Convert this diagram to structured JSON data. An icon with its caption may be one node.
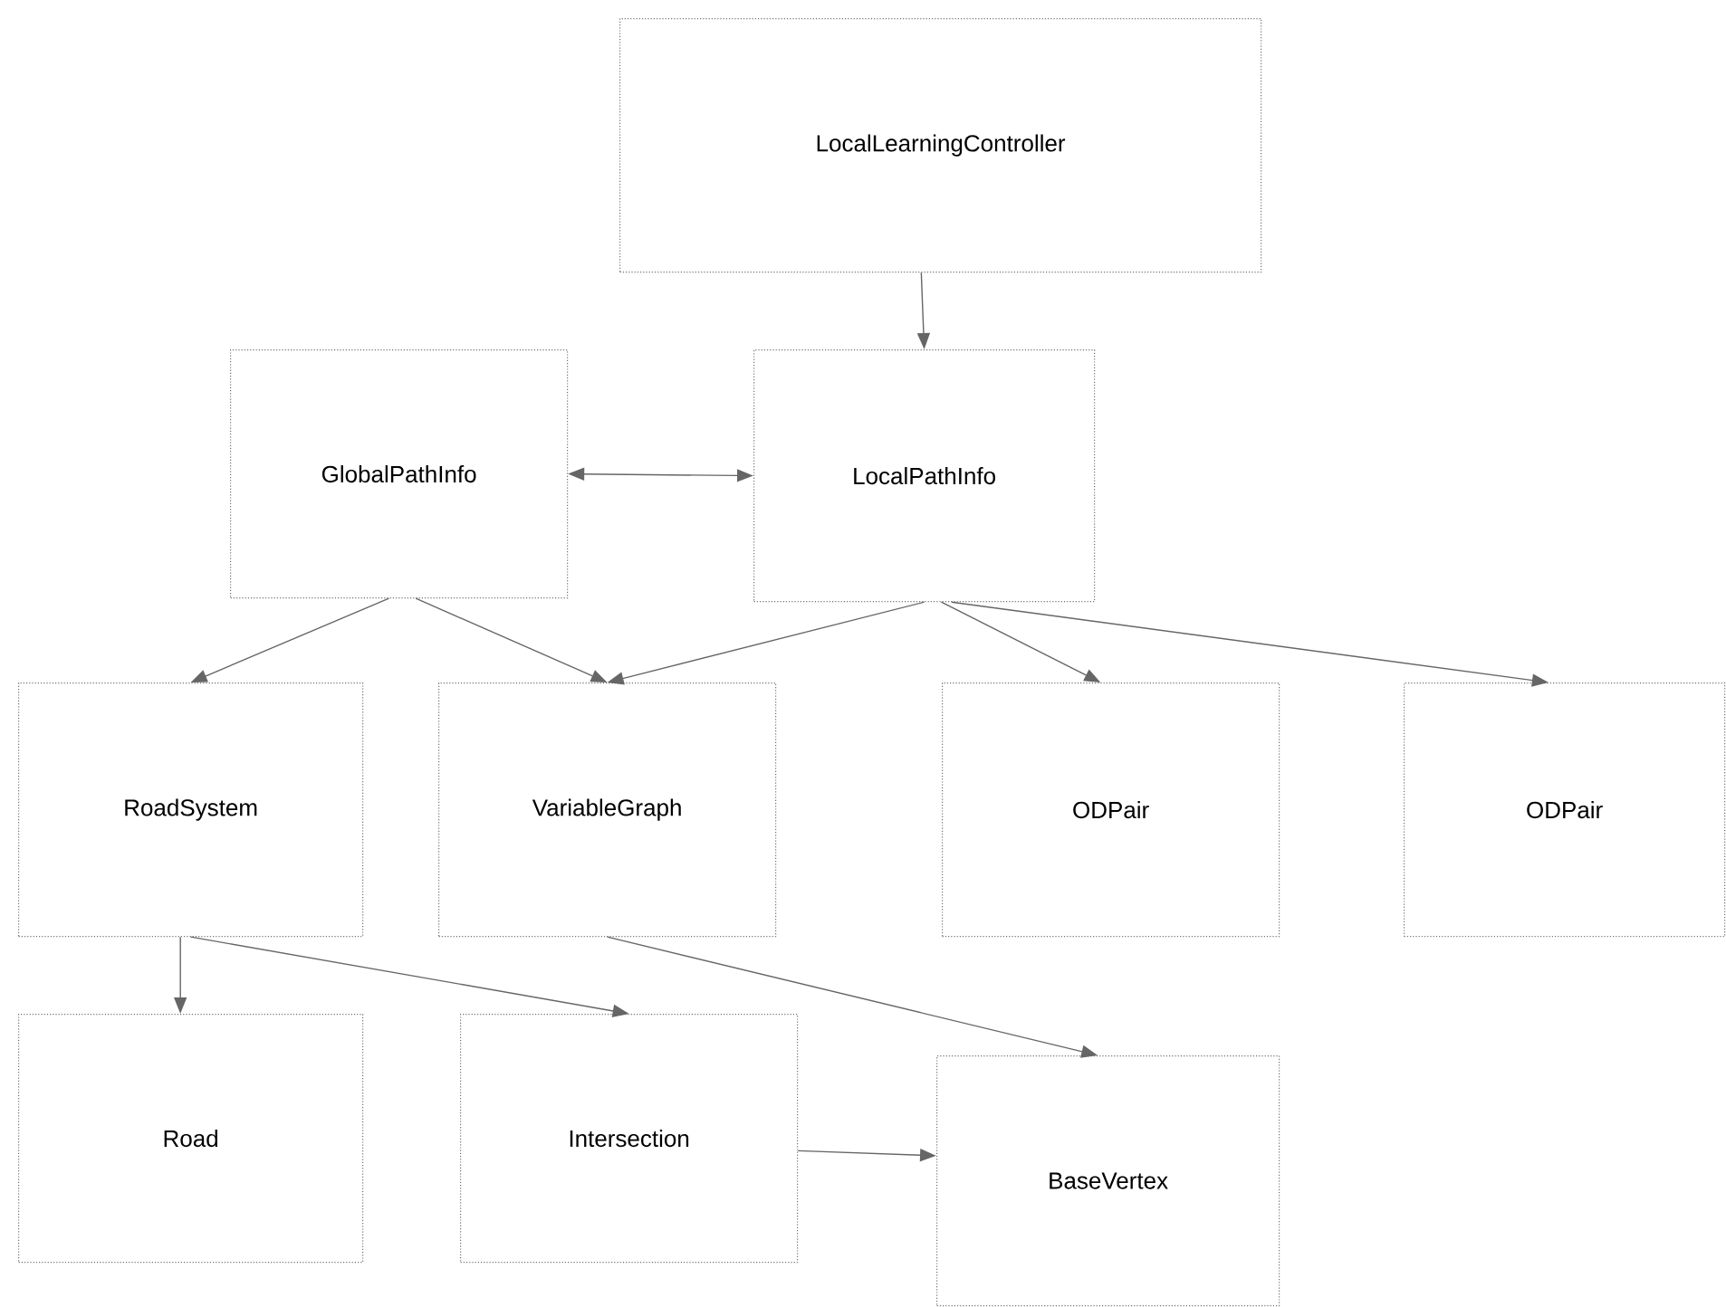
{
  "diagram": {
    "nodes": [
      {
        "text": [
          "LocalLearningController"
        ]
      },
      {
        "text": [
          "GlobalPathInfo"
        ]
      },
      {
        "text": [
          "LocalPathInfo"
        ]
      },
      {
        "text": [
          "RoadSystem"
        ]
      },
      {
        "text": [
          "VariableGraph"
        ]
      },
      {
        "text": [
          "ODPair"
        ]
      },
      {
        "text": [
          "ODPair"
        ]
      },
      {
        "text": [
          "Road"
        ]
      },
      {
        "text": [
          "Intersection"
        ]
      },
      {
        "text": [
          "BaseVertex"
        ]
      }
    ],
    "edges": [
      {
        "from": 0,
        "to": 2,
        "arrow": "to"
      },
      {
        "from": 1,
        "to": 2,
        "arrow": "both"
      },
      {
        "from": 1,
        "to": 3,
        "arrow": "to"
      },
      {
        "from": 1,
        "to": 4,
        "arrow": "to"
      },
      {
        "from": 2,
        "to": 4,
        "arrow": "to"
      },
      {
        "from": 2,
        "to": 5,
        "arrow": "to"
      },
      {
        "from": 2,
        "to": 6,
        "arrow": "to"
      },
      {
        "from": 3,
        "to": 7,
        "arrow": "to"
      },
      {
        "from": 3,
        "to": 8,
        "arrow": "to"
      },
      {
        "from": 4,
        "to": 9,
        "arrow": "to"
      },
      {
        "from": 8,
        "to": 9,
        "arrow": "to"
      }
    ]
  }
}
